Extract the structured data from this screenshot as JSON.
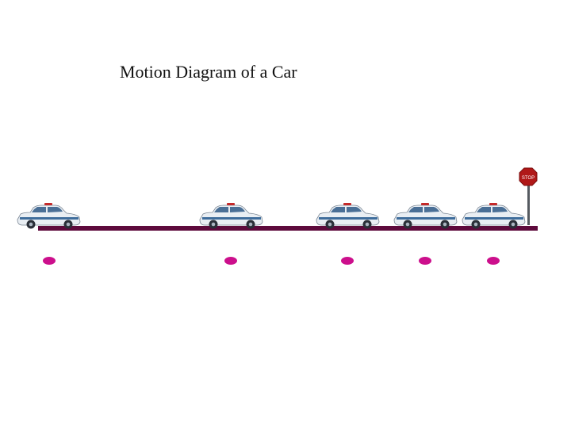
{
  "title": "Motion Diagram of a Car",
  "colors": {
    "road": "#5e0a3c",
    "dot": "#cc0f8c",
    "car_body": "#e9eef3",
    "car_stripe": "#3f6d9c",
    "stop_sign": "#b01818"
  },
  "stop_sign": {
    "text": "STOP"
  },
  "icons": [
    "police-car-icon",
    "stop-sign-icon",
    "position-dot"
  ]
}
